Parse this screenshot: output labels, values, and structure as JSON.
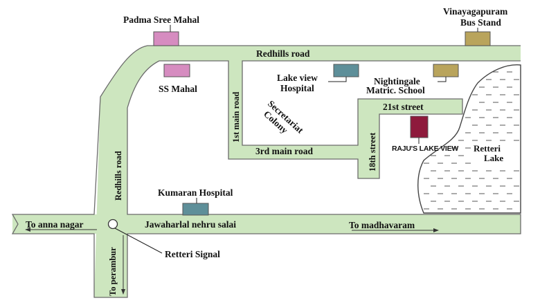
{
  "colors": {
    "road_fill": "#cde6bf",
    "road_stroke": "#6b6b6b",
    "lake_fill": "#ffffff",
    "lake_dash": "#555555",
    "pink": "#d68cc0",
    "teal": "#5e8f99",
    "olive": "#b9a45c",
    "maroon": "#8e1a3c"
  },
  "labels": {
    "padma_sree": "Padma Sree Mahal",
    "vinayagapuram_1": "Vinayagapuram",
    "vinayagapuram_2": "Bus Stand",
    "redhills_top": "Redhills road",
    "ss_mahal": "SS Mahal",
    "lakeview_1": "Lake view",
    "lakeview_2": "Hospital",
    "nightingale_1": "Nightingale",
    "nightingale_2": "Matric. School",
    "first_main": "1st main road",
    "secretariat_1": "Secretariat",
    "secretariat_2": "Colony",
    "street_21": "21st street",
    "street_18": "18th street",
    "third_main": "3rd main road",
    "raju": "RAJU'S LAKE VIEW",
    "retteri_lake_1": "Retteri",
    "retteri_lake_2": "Lake",
    "redhills_left": "Redhills road",
    "kumaran": "Kumaran Hospital",
    "anna_nagar": "To anna nagar",
    "jn_salai": "Jawaharlal nehru salai",
    "madhavaram": "To madhavaram",
    "perambur": "To perambur",
    "retteri_signal": "Retteri Signal"
  }
}
